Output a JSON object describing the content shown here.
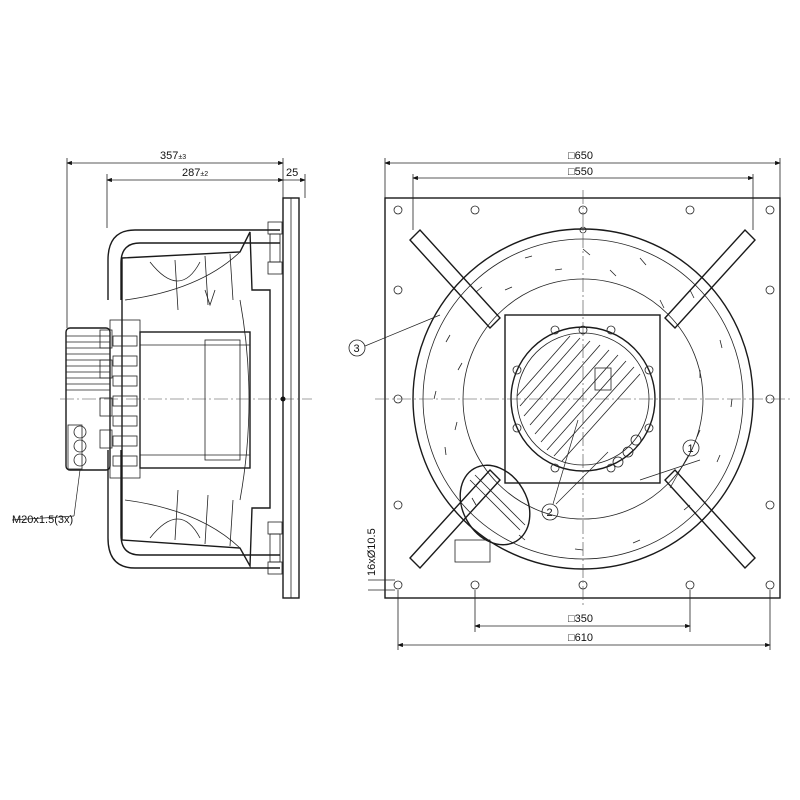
{
  "side_view": {
    "overall_length": "357",
    "overall_length_tol": "±3",
    "body_length": "287",
    "body_length_tol": "±2",
    "flange_thickness": "25",
    "cable_gland": "M20x1.5(3x)"
  },
  "front_view": {
    "plate_outer": "650",
    "hole_spacing_top": "550",
    "hole_spacing_bottom_inner": "350",
    "hole_spacing_bottom_outer": "610",
    "mounting_holes": "16xØ10.5",
    "square_symbol": "□"
  },
  "callouts": [
    {
      "label": "1"
    },
    {
      "label": "2"
    },
    {
      "label": "3"
    }
  ]
}
